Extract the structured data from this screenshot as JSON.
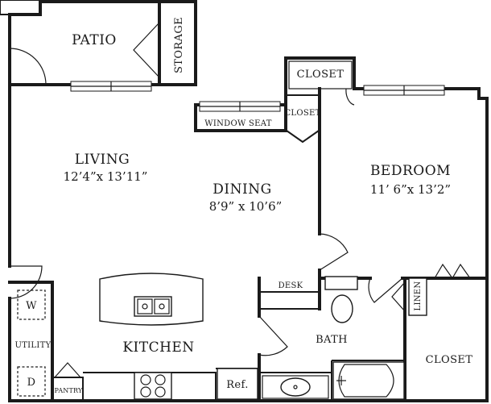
{
  "rooms": {
    "patio": "PATIO",
    "storage": "STORAGE",
    "closet_top": "CLOSET",
    "closet_small": "CLOSET",
    "window_seat": "WINDOW SEAT",
    "living": "LIVING",
    "living_dim": "12’4”x 13’11”",
    "dining": "DINING",
    "dining_dim": "8’9” x 10’6”",
    "bedroom": "BEDROOM",
    "bedroom_dim": "11’ 6”x 13’2”",
    "desk": "DESK",
    "linen": "LINEN",
    "utility": "UTILITY",
    "washer": "W",
    "dryer": "D",
    "kitchen": "KITCHEN",
    "bath": "BATH",
    "closet_right": "CLOSET",
    "pantry": "PANTRY",
    "ref": "Ref."
  }
}
